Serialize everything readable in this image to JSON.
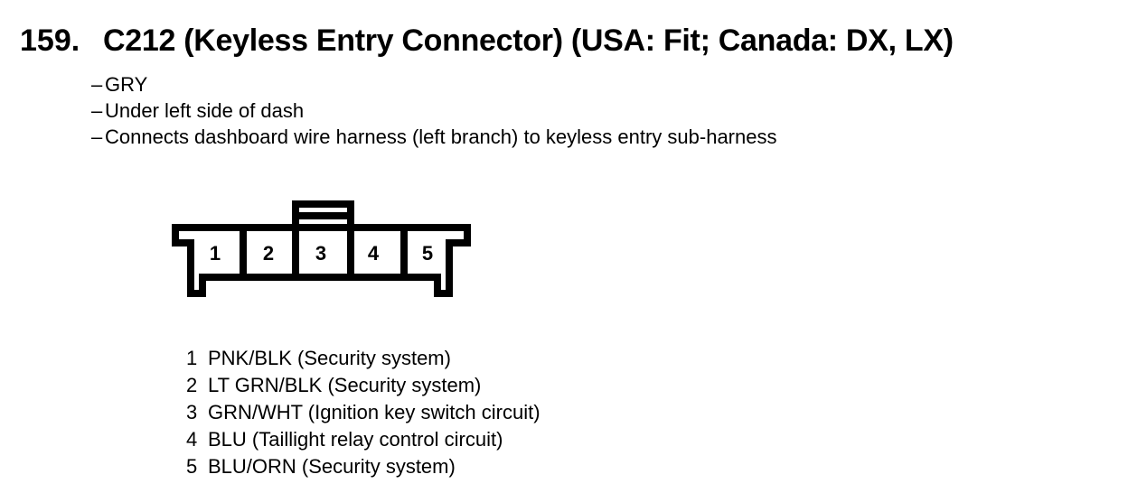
{
  "document": {
    "section_number": "159.",
    "section_title": "C212 (Keyless Entry Connector) (USA: Fit; Canada: DX, LX)",
    "bullet_char": "–",
    "details": [
      "GRY",
      "Under left side of dash",
      "Connects dashboard wire harness (left branch) to keyless entry sub-harness"
    ]
  },
  "connector": {
    "cavities": [
      "1",
      "2",
      "3",
      "4",
      "5"
    ]
  },
  "pins": [
    {
      "number": "1",
      "description": "PNK/BLK (Security system)"
    },
    {
      "number": "2",
      "description": "LT GRN/BLK (Security system)"
    },
    {
      "number": "3",
      "description": "GRN/WHT (Ignition key switch circuit)"
    },
    {
      "number": "4",
      "description": "BLU (Taillight relay control circuit)"
    },
    {
      "number": "5",
      "description": "BLU/ORN (Security system)"
    }
  ],
  "colors": {
    "ink": "#000000",
    "background": "#ffffff"
  }
}
